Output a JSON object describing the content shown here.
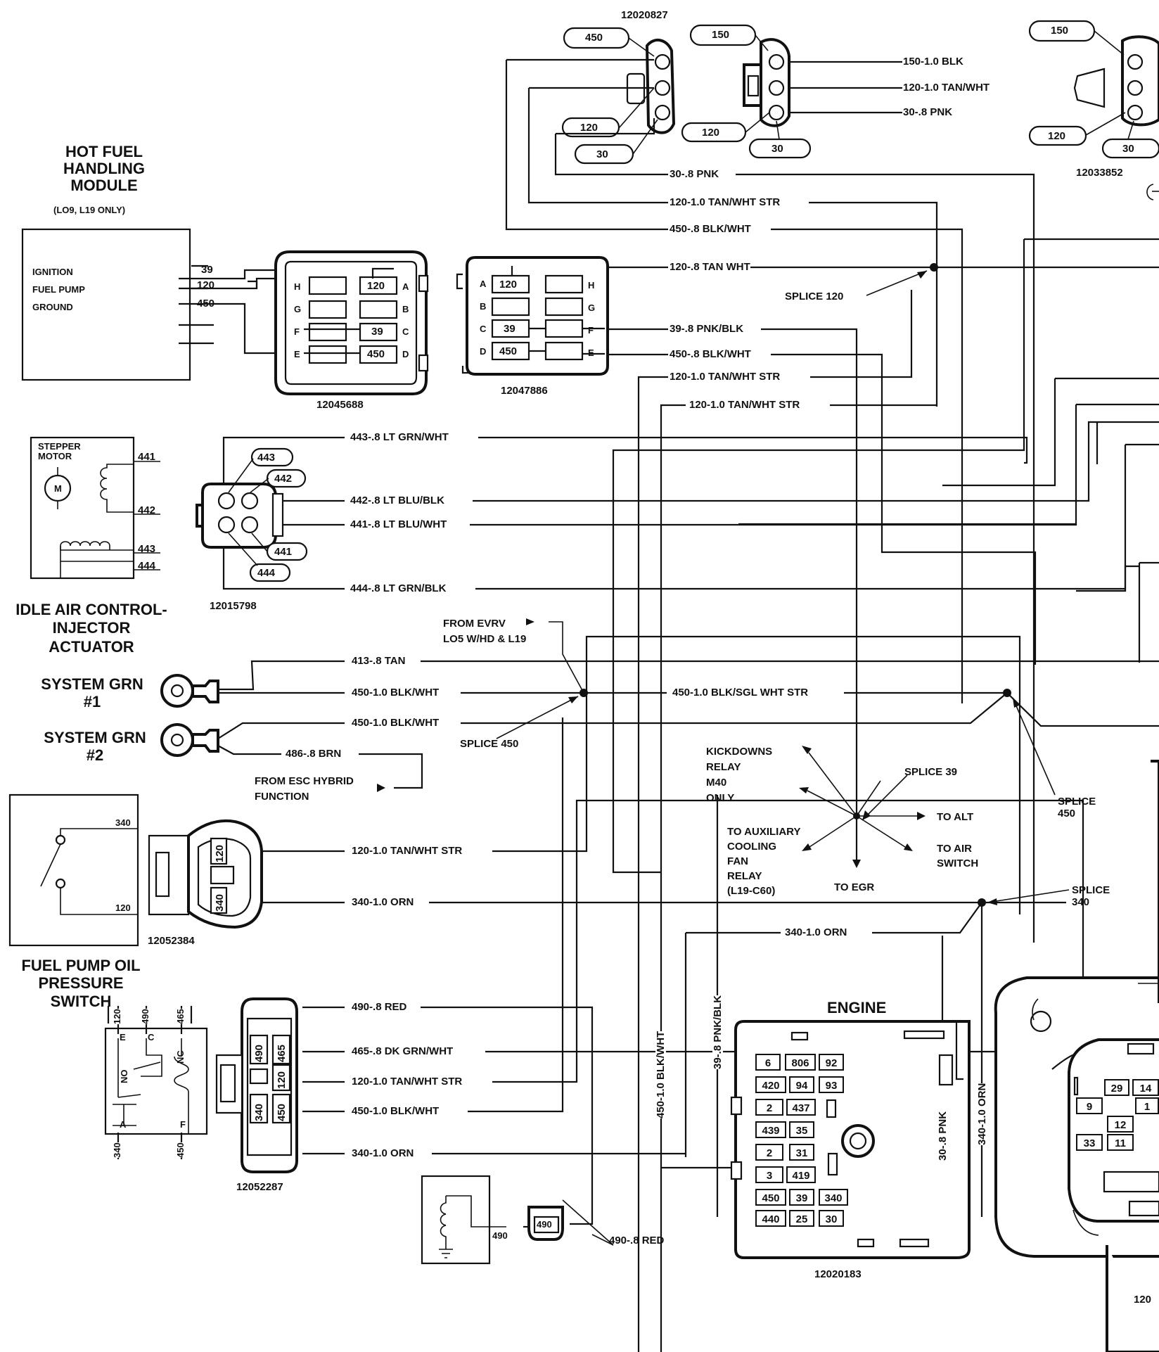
{
  "components": {
    "hot_fuel_module": {
      "title": [
        "HOT FUEL",
        "HANDLING",
        "MODULE"
      ],
      "note": "(LO9, L19 ONLY)",
      "pins": [
        "IGNITION",
        "FUEL PUMP",
        "GROUND"
      ],
      "wires": [
        "39",
        "120",
        "450"
      ]
    },
    "idle_air_control": {
      "title": [
        "IDLE AIR CONTROL-",
        "INJECTOR",
        "ACTUATOR"
      ],
      "motor_label": [
        "STEPPER",
        "MOTOR"
      ],
      "motor_symbol": "M",
      "pins": [
        "441",
        "442",
        "443",
        "444"
      ]
    },
    "system_grn_1": {
      "label": [
        "SYSTEM GRN",
        "#1"
      ]
    },
    "system_grn_2": {
      "label": [
        "SYSTEM GRN",
        "#2"
      ]
    },
    "fuel_pump_oil_switch": {
      "title": [
        "FUEL PUMP OIL",
        "PRESSURE",
        "SWITCH"
      ],
      "pins": [
        "340",
        "120"
      ]
    },
    "relay": {
      "top_pins": [
        "120",
        "490",
        "465"
      ],
      "bottom_pins": [
        "340",
        "450"
      ],
      "letters": [
        "E",
        "C",
        "NC",
        "NO",
        "A",
        "F"
      ]
    },
    "engine_block": {
      "title": "ENGINE",
      "part": "12020183"
    },
    "solenoid_pin": "490"
  },
  "connectors": {
    "c12020827": {
      "part": "12020827",
      "tags": [
        "450",
        "120",
        "30"
      ]
    },
    "c_middle": {
      "tags": [
        "150",
        "120",
        "30"
      ]
    },
    "c12033852": {
      "part": "12033852",
      "tags": [
        "150",
        "120",
        "30"
      ]
    },
    "c12045688": {
      "part": "12045688",
      "letters_left": [
        "H",
        "G",
        "F",
        "E"
      ],
      "letters_right": [
        "A",
        "B",
        "C",
        "D"
      ],
      "values": [
        "120",
        "39",
        "450"
      ]
    },
    "c12047886": {
      "part": "12047886",
      "letters_left": [
        "A",
        "B",
        "C",
        "D"
      ],
      "letters_right": [
        "H",
        "G",
        "F",
        "E"
      ],
      "values": [
        "120",
        "39",
        "450"
      ]
    },
    "c12015798": {
      "part": "12015798",
      "tags": [
        "443",
        "442",
        "441",
        "444"
      ]
    },
    "c12052384": {
      "part": "12052384",
      "values": [
        "120",
        "340"
      ]
    },
    "c12052287": {
      "part": "12052287",
      "values": [
        "490",
        "465",
        "120",
        "340",
        "450"
      ]
    },
    "c490": {
      "value": "490"
    }
  },
  "wires": {
    "w150_blk": "150-1.0 BLK",
    "w120_tanwht": "120-1.0 TAN/WHT",
    "w30_pnk": "30-.8 PNK",
    "w30_pnk_2": "30-.8 PNK",
    "w120_tanwht_str_a": "120-1.0 TAN/WHT STR",
    "w450_blkwht_a": "450-.8 BLK/WHT",
    "w120_tan_wht": "120-.8 TAN WHT",
    "w39_pnkblk": "39-.8 PNK/BLK",
    "w450_blkwht_b": "450-.8 BLK/WHT",
    "w120_tanwht_str_b": "120-1.0 TAN/WHT STR",
    "w120_tanwht_str_c": "120-1.0 TAN/WHT STR",
    "w443": "443-.8 LT GRN/WHT",
    "w442": "442-.8 LT BLU/BLK",
    "w441": "441-.8 LT BLU/WHT",
    "w444": "444-.8 LT GRN/BLK",
    "w413": "413-.8 TAN",
    "w450_blkwht_c": "450-1.0 BLK/WHT",
    "w450_blksgl": "450-1.0 BLK/SGL WHT STR",
    "w450_blkwht_d": "450-1.0 BLK/WHT",
    "w486": "486-.8 BRN",
    "w120_tanwht_str_d": "120-1.0 TAN/WHT STR",
    "w340_orn_a": "340-1.0 ORN",
    "w340_orn_b": "340-1.0 ORN",
    "w490_red": "490-.8 RED",
    "w465": "465-.8 DK GRN/WHT",
    "w120_tanwht_str_e": "120-1.0 TAN/WHT STR",
    "w450_blkwht_e": "450-1.0 BLK/WHT",
    "w340_orn_c": "340-1.0 ORN",
    "w490_red_2": "490-.8 RED",
    "v450_blkwht": "450-1.0 BLK/WHT",
    "v39_pnkblk": "39-.8 PNK/BLK",
    "v30_pnk": "30-.8 PNK",
    "v340_orn": "340-1.0 ORN"
  },
  "splices": {
    "s120": "SPLICE 120",
    "s450a": "SPLICE 450",
    "s39": "SPLICE 39",
    "s450b": [
      "SPLICE",
      "450"
    ],
    "s340": [
      "SPLICE",
      "340"
    ]
  },
  "notes": {
    "from_evrv": [
      "FROM EVRV",
      "LO5 W/HD & L19"
    ],
    "from_esc": [
      "FROM ESC HYBRID",
      "FUNCTION"
    ],
    "kickdown": [
      "KICKDOWNS",
      "RELAY",
      "M40",
      "ONLY"
    ],
    "aux_fan": [
      "TO AUXILIARY",
      "COOLING",
      "FAN",
      "RELAY",
      "(L19-C60)"
    ],
    "to_alt": "TO ALT",
    "to_air": [
      "TO AIR",
      "SWITCH"
    ],
    "to_egr": "TO EGR"
  },
  "engine_cells": [
    [
      "6",
      "806",
      "92"
    ],
    [
      "420",
      "94",
      "93"
    ],
    [
      "2",
      "437"
    ],
    [
      "439",
      "35"
    ],
    [
      "2",
      "31"
    ],
    [
      "3",
      "419"
    ],
    [
      "450",
      "39",
      "340"
    ],
    [
      "440",
      "25",
      "30"
    ]
  ],
  "right_block": {
    "cells": [
      "29",
      "14",
      "9",
      "1",
      "12",
      "33",
      "11"
    ],
    "part_fragment": "120"
  }
}
